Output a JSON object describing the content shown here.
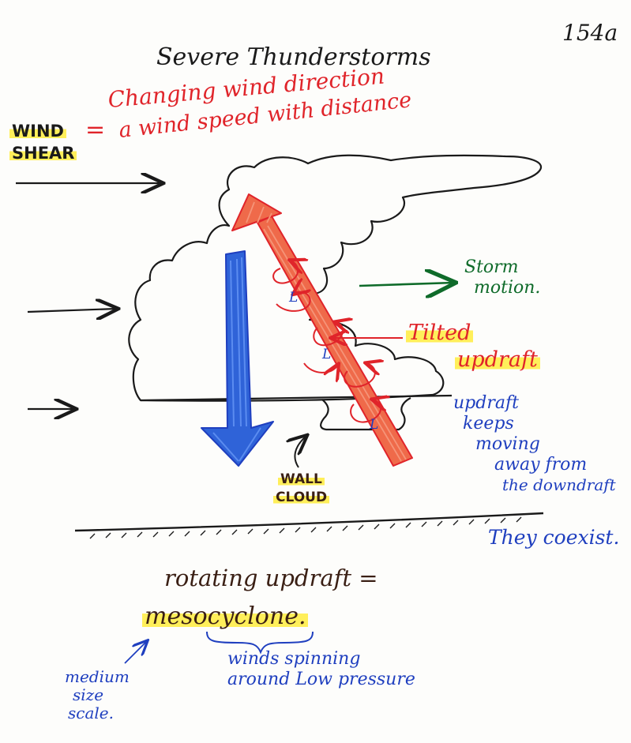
{
  "page_number": "154a",
  "title": "Severe Thunderstorms",
  "wind_shear": {
    "term_line1": "WIND",
    "term_line2": "SHEAR",
    "equals": "=",
    "def_line1": "Changing wind direction",
    "def_line2": "a   wind speed   with distance"
  },
  "labels": {
    "storm_motion_1": "Storm",
    "storm_motion_2": "motion.",
    "tilted_1": "Tilted",
    "tilted_2": "updraft",
    "low": "L",
    "wall_cloud_1": "WALL",
    "wall_cloud_2": "CLOUD",
    "updraft_note": [
      "updraft",
      "keeps",
      "moving",
      "away from",
      "the downdraft"
    ],
    "coexist": "They coexist.",
    "rotating_updraft": "rotating updraft =",
    "mesocyclone": "mesocyclone.",
    "winds_spinning_1": "winds spinning",
    "winds_spinning_2": "around Low pressure",
    "medium_1": "medium",
    "medium_2": "size",
    "medium_3": "scale."
  },
  "colors": {
    "ink_black": "#1a1a1a",
    "ink_red": "#e0242a",
    "ink_blue": "#1f3fbf",
    "ink_green": "#0f6b2a",
    "ink_brown": "#3a1f14",
    "updraft_fill": "#ef6a4a",
    "downdraft_fill": "#2f63d8",
    "highlight": "#ffef5a"
  }
}
